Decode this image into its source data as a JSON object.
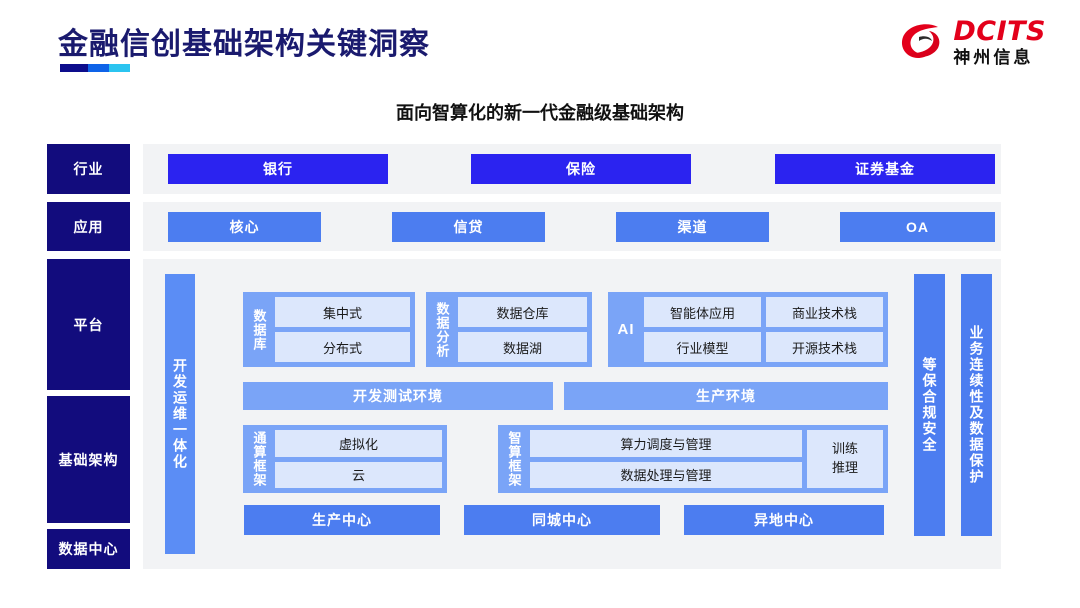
{
  "header": {
    "title": "金融信创基础架构关键洞察",
    "subtitle": "面向智算化的新一代金融级基础架构",
    "logo": {
      "en": "DCITS",
      "cn": "神州信息",
      "mark": "swirl-logo-icon"
    },
    "accent_colors": [
      "#0D0D8C",
      "#0E63E8",
      "#2BC4F0"
    ]
  },
  "colors": {
    "label_navy": "#120C7D",
    "industry_blue": "#2B23F0",
    "primary_blue": "#4C7DF0",
    "group_blue": "#7AA4F7",
    "cell_blue": "#DCE7FC",
    "panel_gray": "#F2F3F5",
    "logo_red": "#E3001B"
  },
  "layers": [
    {
      "key": "industry",
      "label": "行业"
    },
    {
      "key": "application",
      "label": "应用"
    },
    {
      "key": "platform",
      "label": "平台"
    },
    {
      "key": "infra",
      "label": "基础架构"
    },
    {
      "key": "datacenter",
      "label": "数据中心"
    }
  ],
  "industry_row": {
    "items": [
      "银行",
      "保险",
      "证券基金"
    ]
  },
  "application_row": {
    "items": [
      "核心",
      "信贷",
      "渠道",
      "OA"
    ]
  },
  "platform": {
    "devops_bar": "开发运维一体化",
    "groups": [
      {
        "title": "数据库",
        "rows": [
          [
            "集中式"
          ],
          [
            "分布式"
          ]
        ]
      },
      {
        "title": "数据分析",
        "rows": [
          [
            "数据仓库"
          ],
          [
            "数据湖"
          ]
        ]
      },
      {
        "title": "AI",
        "rows": [
          [
            "智能体应用",
            "商业技术栈"
          ],
          [
            "行业模型",
            "开源技术栈"
          ]
        ]
      }
    ],
    "environments": [
      "开发测试环境",
      "生产环境"
    ]
  },
  "infrastructure": {
    "compute_groups": [
      {
        "title": "通算框架",
        "rows": [
          [
            "虚拟化"
          ],
          [
            "云"
          ]
        ],
        "side": null
      },
      {
        "title": "智算框架",
        "rows": [
          [
            "算力调度与管理"
          ],
          [
            "数据处理与管理"
          ]
        ],
        "side": [
          "训练",
          "推理"
        ]
      }
    ]
  },
  "datacenter_row": {
    "items": [
      "生产中心",
      "同城中心",
      "异地中心"
    ]
  },
  "right_bars": [
    "等保合规安全",
    "业务连续性及数据保护"
  ]
}
